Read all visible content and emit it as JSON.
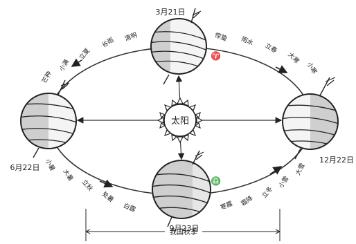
{
  "sun": {
    "label": "太阳"
  },
  "dates": {
    "top": "3月21日",
    "right": "12月22日",
    "bottom": "9月23日",
    "left": "6月22日"
  },
  "symbols": {
    "spring": "♈",
    "autumn": "♎"
  },
  "caption": "我国秋季",
  "terms": {
    "upper_left": [
      "芒种",
      "小满",
      "立夏",
      "谷雨",
      "清明"
    ],
    "upper_right": [
      "惊蛰",
      "雨水",
      "立春",
      "大寒",
      "小寒"
    ],
    "lower_left": [
      "小暑",
      "大暑",
      "立秋",
      "处暑",
      "白露"
    ],
    "lower_right": [
      "寒露",
      "霜降",
      "立冬",
      "小雪",
      "大雪"
    ]
  }
}
